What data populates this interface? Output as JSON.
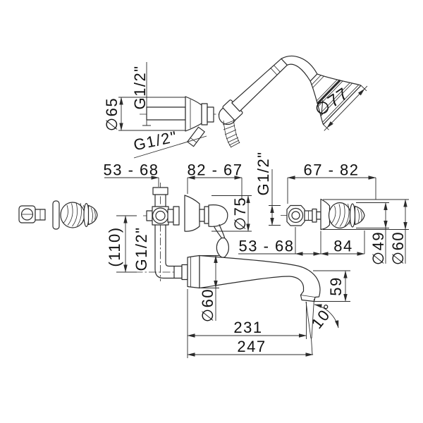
{
  "drawing": {
    "hand_shower": {
      "bracket_diameter": "∅65",
      "inlet_thread": "G1/2\"",
      "hose_thread": "G1/2\"",
      "head_diameter": "∅77"
    },
    "mixer_valve": {
      "depth_range": "53 - 68",
      "projection_range": "82 - 67",
      "escutcheon_diameter": "∅75",
      "center_distance": "(110)",
      "outlet_thread": "G1/2\""
    },
    "shutoff_valve": {
      "inlet_thread": "G1/2\"",
      "total_length_range": "67 - 82",
      "depth_range": "53 - 68",
      "projection": "84",
      "handle_diameter": "∅49",
      "escutcheon_diameter": "∅60"
    },
    "spout": {
      "escutcheon_diameter": "∅60",
      "outlet_drop": "59",
      "outlet_angle": "10°",
      "reach_to_outlet": "231",
      "reach_total": "247"
    }
  }
}
